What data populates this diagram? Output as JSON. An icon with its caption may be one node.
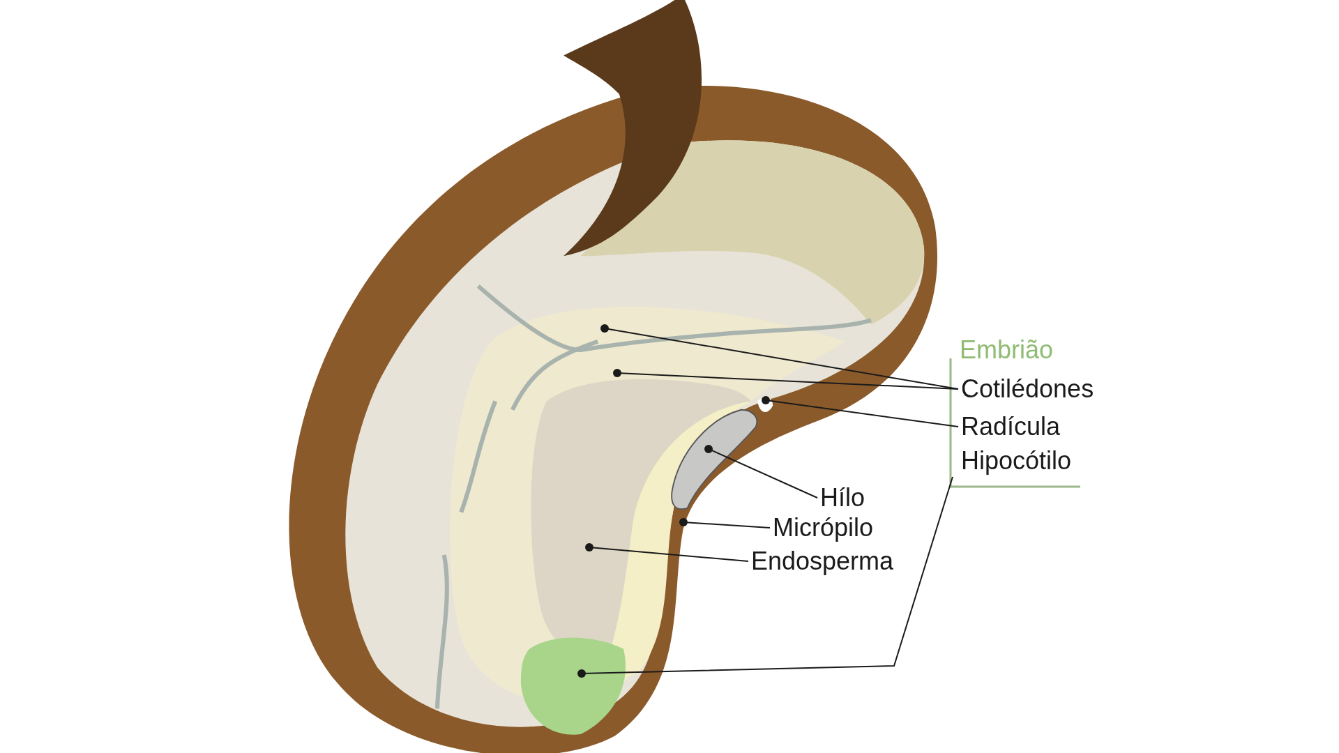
{
  "diagram": {
    "nodes": [
      {
        "text": [
          "Embrião"
        ]
      },
      {
        "text": [
          "Cotilédones"
        ]
      },
      {
        "text": [
          "Radícula"
        ]
      },
      {
        "text": [
          "Hipocótilo"
        ]
      },
      {
        "text": [
          "Hílo"
        ]
      },
      {
        "text": [
          "Micrópilo"
        ]
      },
      {
        "text": [
          "Endosperma"
        ]
      }
    ],
    "edges": [
      {
        "from": 1,
        "to": null,
        "arrow": "other"
      },
      {
        "from": 1,
        "to": null,
        "arrow": "other"
      },
      {
        "from": 2,
        "to": null,
        "arrow": "other"
      },
      {
        "from": 3,
        "to": null,
        "arrow": "other"
      },
      {
        "from": 4,
        "to": null,
        "arrow": "other"
      },
      {
        "from": 5,
        "to": null,
        "arrow": "other"
      },
      {
        "from": 6,
        "to": null,
        "arrow": "other"
      }
    ]
  }
}
